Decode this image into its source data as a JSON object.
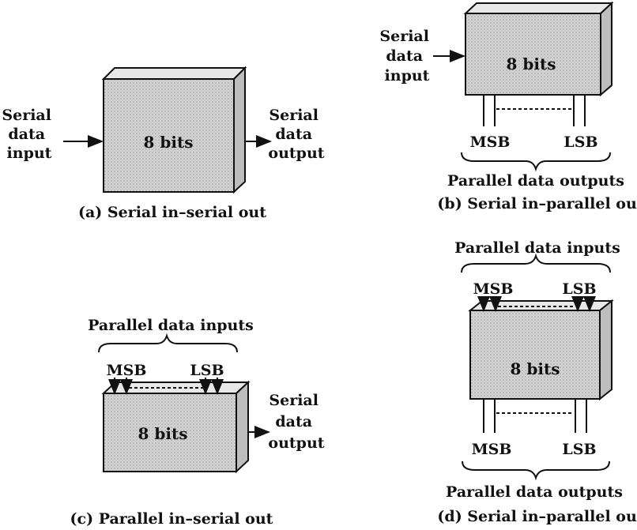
{
  "diagram": {
    "a": {
      "input_label": [
        "Serial",
        "data",
        "input"
      ],
      "block_label": "8 bits",
      "output_label": [
        "Serial",
        "data",
        "output"
      ],
      "caption": "(a) Serial in–serial out"
    },
    "b": {
      "input_label": [
        "Serial",
        "data",
        "input"
      ],
      "block_label": "8 bits",
      "msb": "MSB",
      "lsb": "LSB",
      "outputs_label": "Parallel data outputs",
      "caption": "(b) Serial in–parallel out"
    },
    "c": {
      "inputs_label": "Parallel data inputs",
      "msb": "MSB",
      "lsb": "LSB",
      "block_label": "8 bits",
      "output_label": [
        "Serial",
        "data",
        "output"
      ],
      "caption": "(c) Parallel in–serial out"
    },
    "d": {
      "inputs_label": "Parallel data inputs",
      "msb_top": "MSB",
      "lsb_top": "LSB",
      "block_label": "8 bits",
      "msb_bottom": "MSB",
      "lsb_bottom": "LSB",
      "outputs_label": "Parallel data outputs",
      "caption": "(d) Serial in–parallel out"
    }
  }
}
